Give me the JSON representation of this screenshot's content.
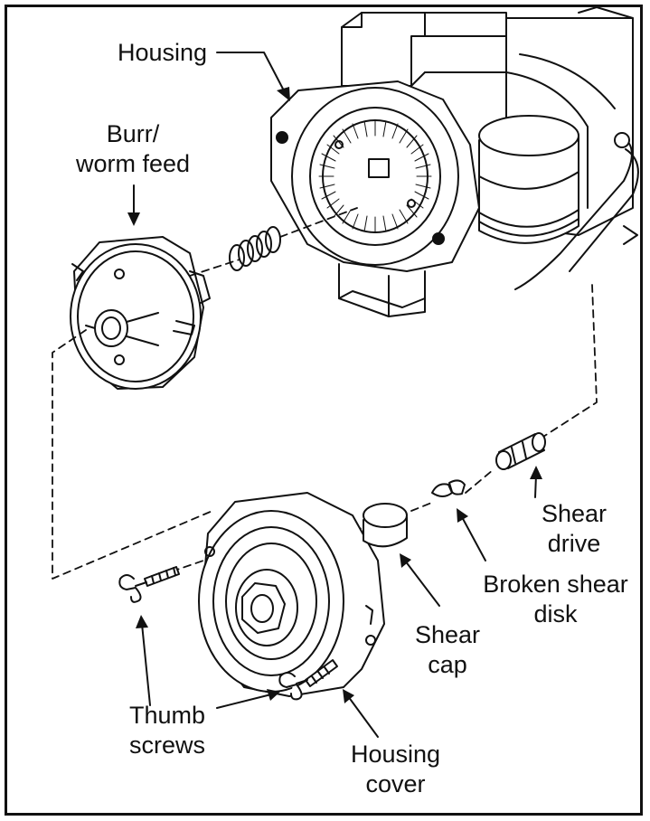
{
  "labels": {
    "housing": "Housing",
    "burr_worm_feed": "Burr/\nworm feed",
    "shear_drive": "Shear\ndrive",
    "broken_shear_disk": "Broken shear\ndisk",
    "shear_cap": "Shear\ncap",
    "thumb_screws": "Thumb\nscrews",
    "housing_cover": "Housing\ncover"
  },
  "colors": {
    "line": "#111111",
    "background": "#ffffff",
    "fill_light": "#f2f2f2"
  }
}
